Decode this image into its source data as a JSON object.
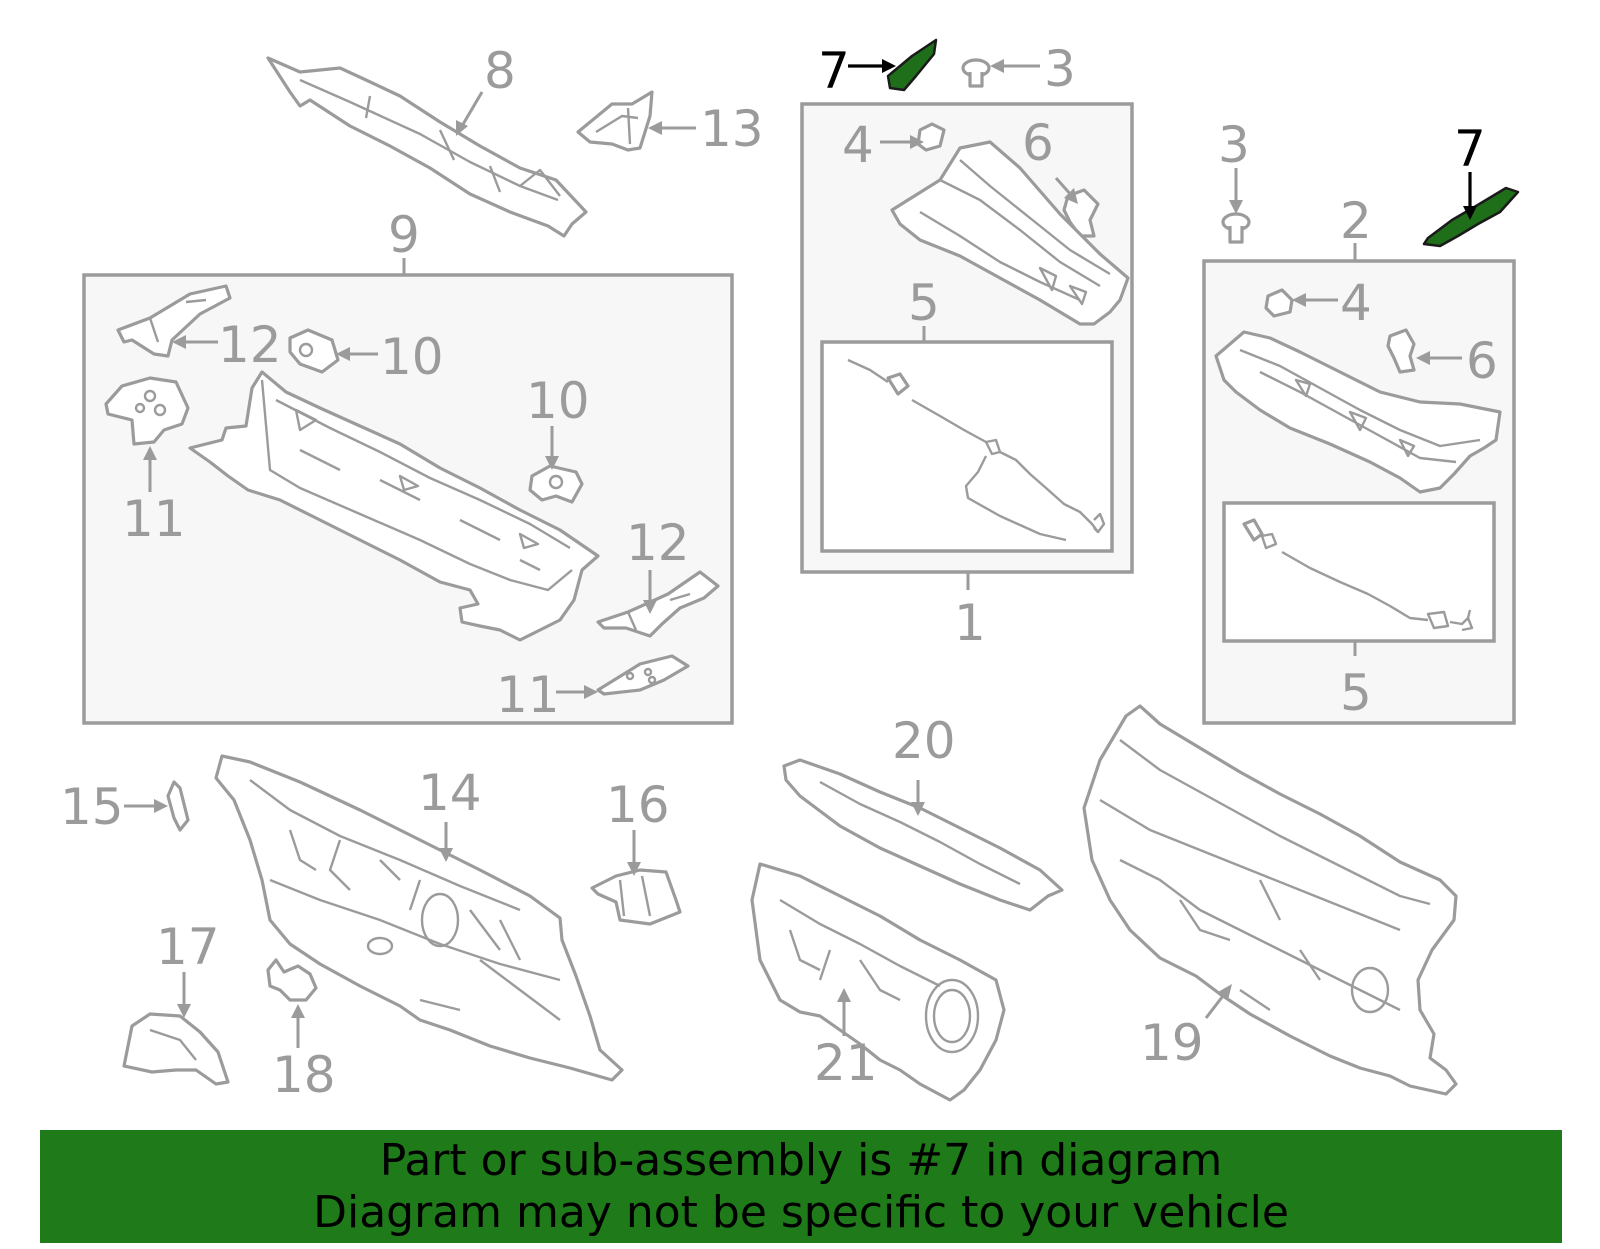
{
  "colors": {
    "highlight": "#1f6f1a",
    "banner_bg": "#1f7a19",
    "line_gray": "#9b9b9b",
    "box_fill": "#f7f7f7"
  },
  "callouts": {
    "c1": "1",
    "c2": "2",
    "c3a": "3",
    "c3b": "3",
    "c4a": "4",
    "c4b": "4",
    "c5a": "5",
    "c5b": "5",
    "c6a": "6",
    "c6b": "6",
    "c7a": "7",
    "c7b": "7",
    "c8": "8",
    "c9": "9",
    "c10a": "10",
    "c10b": "10",
    "c11a": "11",
    "c11b": "11",
    "c12a": "12",
    "c12b": "12",
    "c13": "13",
    "c14": "14",
    "c15": "15",
    "c16": "16",
    "c17": "17",
    "c18": "18",
    "c19": "19",
    "c20": "20",
    "c21": "21"
  },
  "banner": {
    "line1": "Part or sub-assembly is #7 in diagram",
    "line2": "Diagram may not be specific to your vehicle"
  }
}
